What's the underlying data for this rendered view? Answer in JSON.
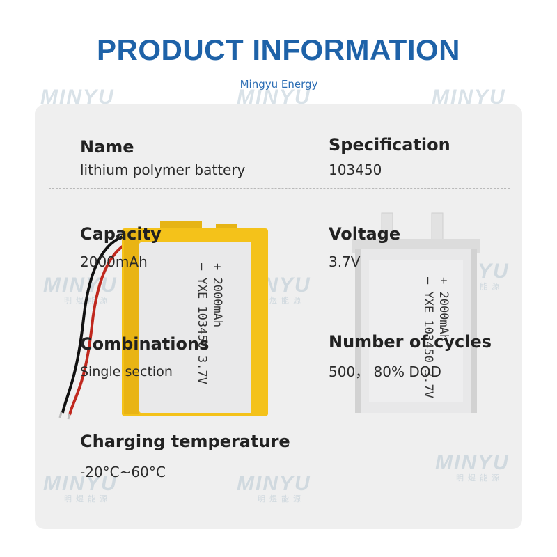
{
  "header": {
    "title": "PRODUCT INFORMATION",
    "subtitle": "Mingyu Energy"
  },
  "watermark": {
    "brand": "MINYU",
    "chinese": "明煜能源"
  },
  "fields": {
    "name": {
      "title": "Name",
      "value": "lithium polymer battery"
    },
    "specification": {
      "title": "Specification",
      "value": "103450"
    },
    "capacity": {
      "title": "Capacity",
      "value": "2000mAh"
    },
    "voltage": {
      "title": "Voltage",
      "value": "3.7V"
    },
    "combinations": {
      "title": "Combinations",
      "value": "Single section"
    },
    "cycles": {
      "title": "Number of cycles",
      "value": "500， 80% DOD"
    },
    "charging": {
      "title": "Charging temperature",
      "value": "-20°C~60°C"
    }
  },
  "battery_label": {
    "line1": "– YXE 103450 3.7V",
    "line2": "+ 2000mAh"
  },
  "colors": {
    "title_blue": "#1e62a8",
    "card_bg": "#efefef",
    "battery_yellow": "#f4c21a",
    "battery_silver": "#e6e6e6"
  }
}
